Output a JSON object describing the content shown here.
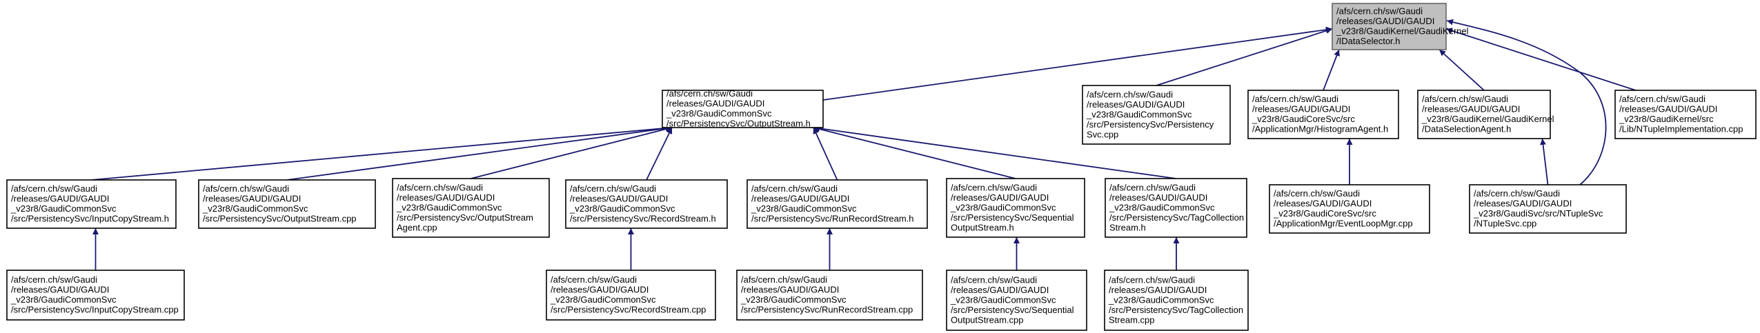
{
  "colors": {
    "edge": "#191970",
    "root_fill": "#bfbfbf",
    "root_stroke": "#666666",
    "node_stroke": "#000000"
  },
  "nodes": {
    "idataselector_h": [
      "/afs/cern.ch/sw/Gaudi",
      "/releases/GAUDI/GAUDI",
      "_v23r8/GaudiKernel/GaudiKernel",
      "/IDataSelector.h"
    ],
    "outputstream_h": [
      "/afs/cern.ch/sw/Gaudi",
      "/releases/GAUDI/GAUDI",
      "_v23r8/GaudiCommonSvc",
      "/src/PersistencySvc/OutputStream.h"
    ],
    "persistencysvc_cpp": [
      "/afs/cern.ch/sw/Gaudi",
      "/releases/GAUDI/GAUDI",
      "_v23r8/GaudiCommonSvc",
      "/src/PersistencySvc/Persistency",
      "Svc.cpp"
    ],
    "histogramagent_h": [
      "/afs/cern.ch/sw/Gaudi",
      "/releases/GAUDI/GAUDI",
      "_v23r8/GaudiCoreSvc/src",
      "/ApplicationMgr/HistogramAgent.h"
    ],
    "dataselectionagent_h": [
      "/afs/cern.ch/sw/Gaudi",
      "/releases/GAUDI/GAUDI",
      "_v23r8/GaudiKernel/GaudiKernel",
      "/DataSelectionAgent.h"
    ],
    "ntupleimplementation_cpp": [
      "/afs/cern.ch/sw/Gaudi",
      "/releases/GAUDI/GAUDI",
      "_v23r8/GaudiKernel/src",
      "/Lib/NTupleImplementation.cpp"
    ],
    "inputcopystream_h": [
      "/afs/cern.ch/sw/Gaudi",
      "/releases/GAUDI/GAUDI",
      "_v23r8/GaudiCommonSvc",
      "/src/PersistencySvc/InputCopyStream.h"
    ],
    "outputstream_cpp": [
      "/afs/cern.ch/sw/Gaudi",
      "/releases/GAUDI/GAUDI",
      "_v23r8/GaudiCommonSvc",
      "/src/PersistencySvc/OutputStream.cpp"
    ],
    "outputstreamagent_cpp": [
      "/afs/cern.ch/sw/Gaudi",
      "/releases/GAUDI/GAUDI",
      "_v23r8/GaudiCommonSvc",
      "/src/PersistencySvc/OutputStream",
      "Agent.cpp"
    ],
    "recordstream_h": [
      "/afs/cern.ch/sw/Gaudi",
      "/releases/GAUDI/GAUDI",
      "_v23r8/GaudiCommonSvc",
      "/src/PersistencySvc/RecordStream.h"
    ],
    "runrecordstream_h": [
      "/afs/cern.ch/sw/Gaudi",
      "/releases/GAUDI/GAUDI",
      "_v23r8/GaudiCommonSvc",
      "/src/PersistencySvc/RunRecordStream.h"
    ],
    "sequentialoutputstream_h": [
      "/afs/cern.ch/sw/Gaudi",
      "/releases/GAUDI/GAUDI",
      "_v23r8/GaudiCommonSvc",
      "/src/PersistencySvc/Sequential",
      "OutputStream.h"
    ],
    "tagcollectionstream_h": [
      "/afs/cern.ch/sw/Gaudi",
      "/releases/GAUDI/GAUDI",
      "_v23r8/GaudiCommonSvc",
      "/src/PersistencySvc/TagCollection",
      "Stream.h"
    ],
    "eventloopmgr_cpp": [
      "/afs/cern.ch/sw/Gaudi",
      "/releases/GAUDI/GAUDI",
      "_v23r8/GaudiCoreSvc/src",
      "/ApplicationMgr/EventLoopMgr.cpp"
    ],
    "ntuplesvc_cpp": [
      "/afs/cern.ch/sw/Gaudi",
      "/releases/GAUDI/GAUDI",
      "_v23r8/GaudiSvc/src/NTupleSvc",
      "/NTupleSvc.cpp"
    ],
    "inputcopystream_cpp": [
      "/afs/cern.ch/sw/Gaudi",
      "/releases/GAUDI/GAUDI",
      "_v23r8/GaudiCommonSvc",
      "/src/PersistencySvc/InputCopyStream.cpp"
    ],
    "recordstream_cpp": [
      "/afs/cern.ch/sw/Gaudi",
      "/releases/GAUDI/GAUDI",
      "_v23r8/GaudiCommonSvc",
      "/src/PersistencySvc/RecordStream.cpp"
    ],
    "runrecordstream_cpp": [
      "/afs/cern.ch/sw/Gaudi",
      "/releases/GAUDI/GAUDI",
      "_v23r8/GaudiCommonSvc",
      "/src/PersistencySvc/RunRecordStream.cpp"
    ],
    "sequentialoutputstream_cpp": [
      "/afs/cern.ch/sw/Gaudi",
      "/releases/GAUDI/GAUDI",
      "_v23r8/GaudiCommonSvc",
      "/src/PersistencySvc/Sequential",
      "OutputStream.cpp"
    ],
    "tagcollectionstream_cpp": [
      "/afs/cern.ch/sw/Gaudi",
      "/releases/GAUDI/GAUDI",
      "_v23r8/GaudiCommonSvc",
      "/src/PersistencySvc/TagCollection",
      "Stream.cpp"
    ]
  },
  "edges": [
    [
      "outputstream_h",
      "idataselector_h"
    ],
    [
      "persistencysvc_cpp",
      "idataselector_h"
    ],
    [
      "histogramagent_h",
      "idataselector_h"
    ],
    [
      "dataselectionagent_h",
      "idataselector_h"
    ],
    [
      "ntupleimplementation_cpp",
      "idataselector_h"
    ],
    [
      "ntuplesvc_cpp",
      "idataselector_h"
    ],
    [
      "inputcopystream_h",
      "outputstream_h"
    ],
    [
      "outputstream_cpp",
      "outputstream_h"
    ],
    [
      "outputstreamagent_cpp",
      "outputstream_h"
    ],
    [
      "recordstream_h",
      "outputstream_h"
    ],
    [
      "runrecordstream_h",
      "outputstream_h"
    ],
    [
      "sequentialoutputstream_h",
      "outputstream_h"
    ],
    [
      "tagcollectionstream_h",
      "outputstream_h"
    ],
    [
      "eventloopmgr_cpp",
      "histogramagent_h"
    ],
    [
      "ntuplesvc_cpp",
      "dataselectionagent_h"
    ],
    [
      "inputcopystream_cpp",
      "inputcopystream_h"
    ],
    [
      "recordstream_cpp",
      "recordstream_h"
    ],
    [
      "runrecordstream_cpp",
      "runrecordstream_h"
    ],
    [
      "sequentialoutputstream_cpp",
      "sequentialoutputstream_h"
    ],
    [
      "tagcollectionstream_cpp",
      "tagcollectionstream_h"
    ]
  ]
}
